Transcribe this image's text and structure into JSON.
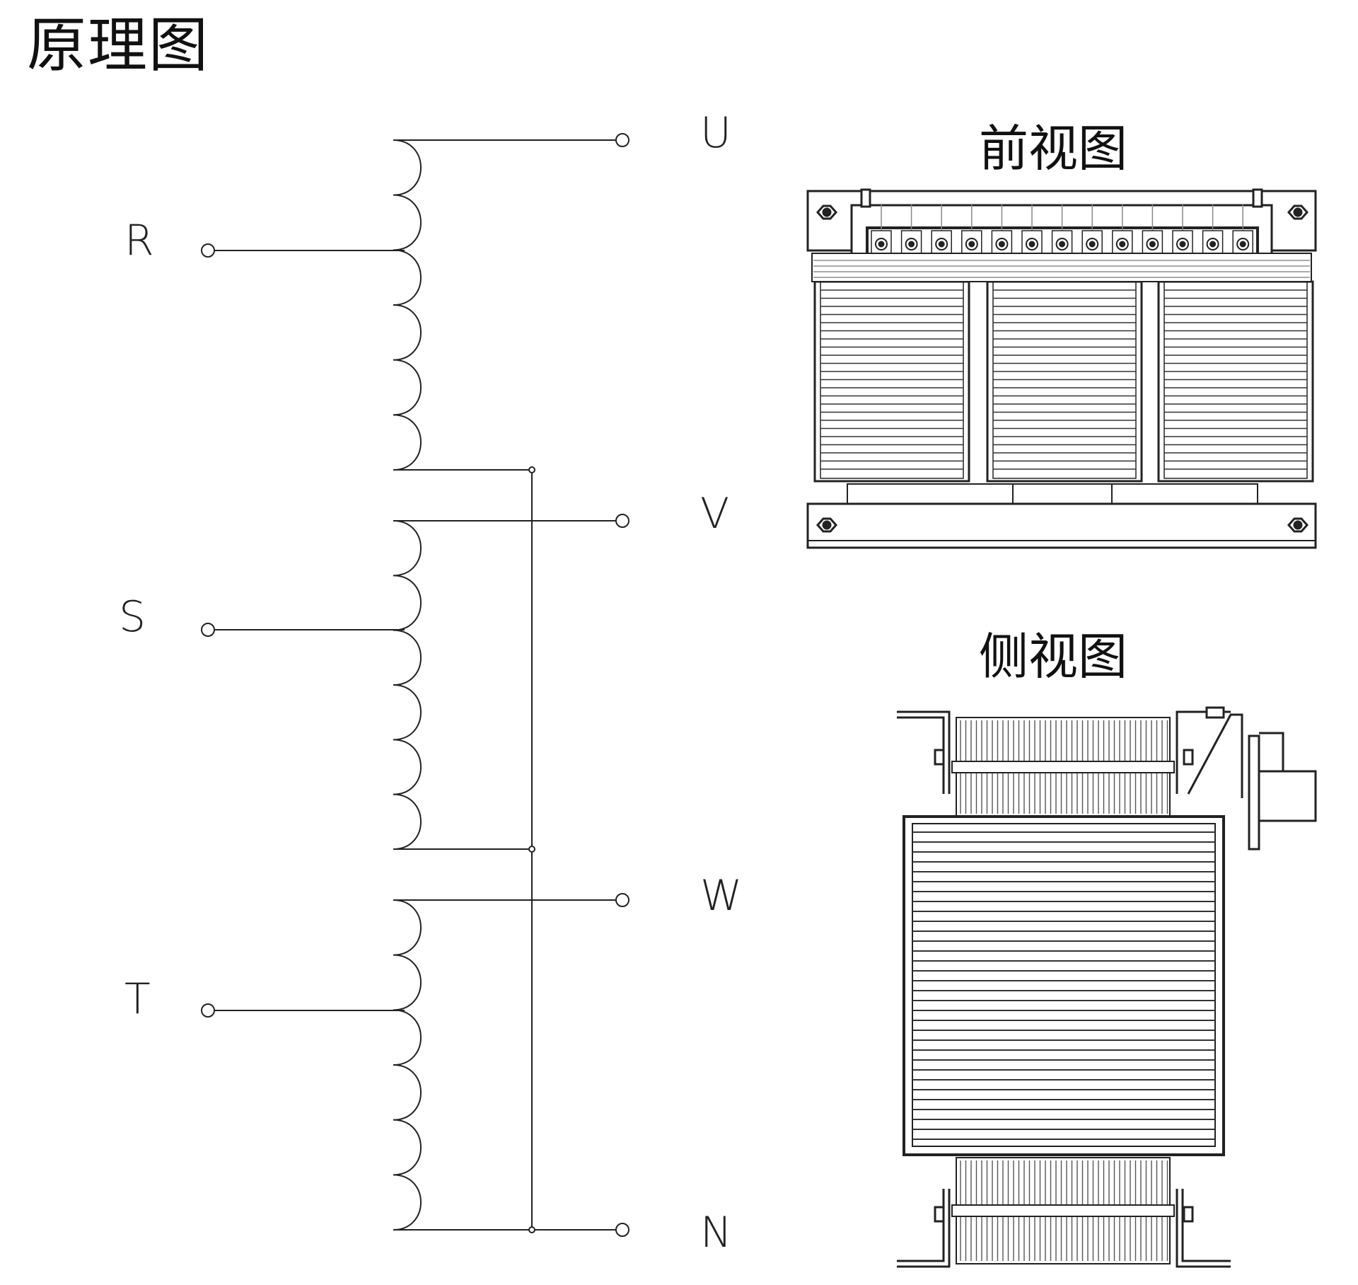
{
  "title": "原理图",
  "front_view": {
    "title": "前视图",
    "terminal_count": 13
  },
  "side_view": {
    "title": "侧视图"
  },
  "schematic": {
    "inputs": [
      "R",
      "S",
      "T"
    ],
    "outputs": [
      "U",
      "V",
      "W",
      "N"
    ]
  }
}
